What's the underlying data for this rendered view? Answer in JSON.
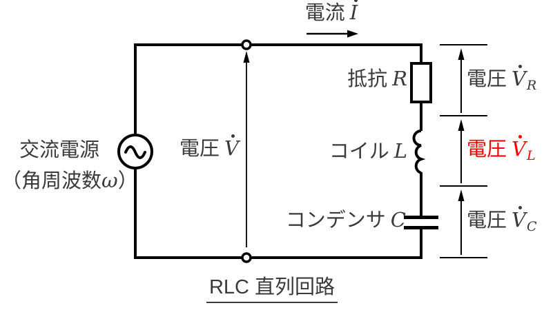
{
  "colors": {
    "wire": "#000000",
    "text": "#3a3a3a",
    "voltage_l_red": "#ff0000"
  },
  "current": {
    "label": "電流",
    "symbol": "I"
  },
  "source_voltage": {
    "label": "電圧",
    "symbol": "V"
  },
  "components": {
    "resistor": {
      "label": "抵抗",
      "symbol": "R"
    },
    "coil": {
      "label": "コイル",
      "symbol": "L"
    },
    "capacitor": {
      "label": "コンデンサ",
      "symbol": "C"
    }
  },
  "voltages": [
    {
      "label": "電圧",
      "symbol": "V",
      "sub": "R",
      "color": "#3a3a3a"
    },
    {
      "label": "電圧",
      "symbol": "V",
      "sub": "L",
      "color": "#ff0000"
    },
    {
      "label": "電圧",
      "symbol": "V",
      "sub": "C",
      "color": "#3a3a3a"
    }
  ],
  "power_source": {
    "name": "交流電源",
    "detail_open": "（",
    "detail_label": "角周波数",
    "detail_symbol": "ω",
    "detail_close": "）"
  },
  "caption": "RLC 直列回路"
}
